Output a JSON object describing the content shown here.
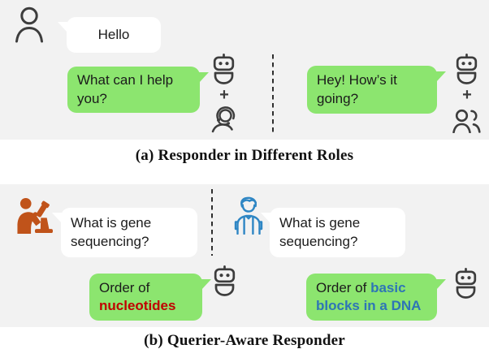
{
  "captions": {
    "a": "(a) Responder in Different Roles",
    "b": "(b) Querier-Aware Responder"
  },
  "panel_a": {
    "user_greeting": "Hello",
    "left_response": {
      "line1": "What can I help",
      "line2": "you?"
    },
    "right_response": {
      "line1": "Hey! How’s it",
      "line2": "going?"
    },
    "plus": "+"
  },
  "panel_b": {
    "question": {
      "line1": "What is gene",
      "line2": "sequencing?"
    },
    "left_answer": {
      "line1": "Order of",
      "highlight": "nucleotides"
    },
    "right_answer": {
      "line1_prefix": "Order of ",
      "line1_highlight": "basic",
      "line2_highlight": "blocks in a DNA"
    }
  },
  "icons": {
    "user": "person-outline-icon",
    "robot": "robot-icon",
    "headset_agent": "headset-agent-icon",
    "two_users": "two-users-icon",
    "scientist": "scientist-microscope-icon",
    "student": "student-backpack-icon"
  },
  "colors": {
    "panel_bg": "#F2F2F2",
    "bubble_white": "#FFFFFF",
    "bubble_green": "#8CE56F",
    "text_dark": "#1B1B1B",
    "answer_red": "#C00000",
    "answer_blue": "#2E75B6",
    "scientist_orange": "#C0531A",
    "student_blue": "#2E86C4",
    "icon_stroke": "#3D3D3D"
  }
}
